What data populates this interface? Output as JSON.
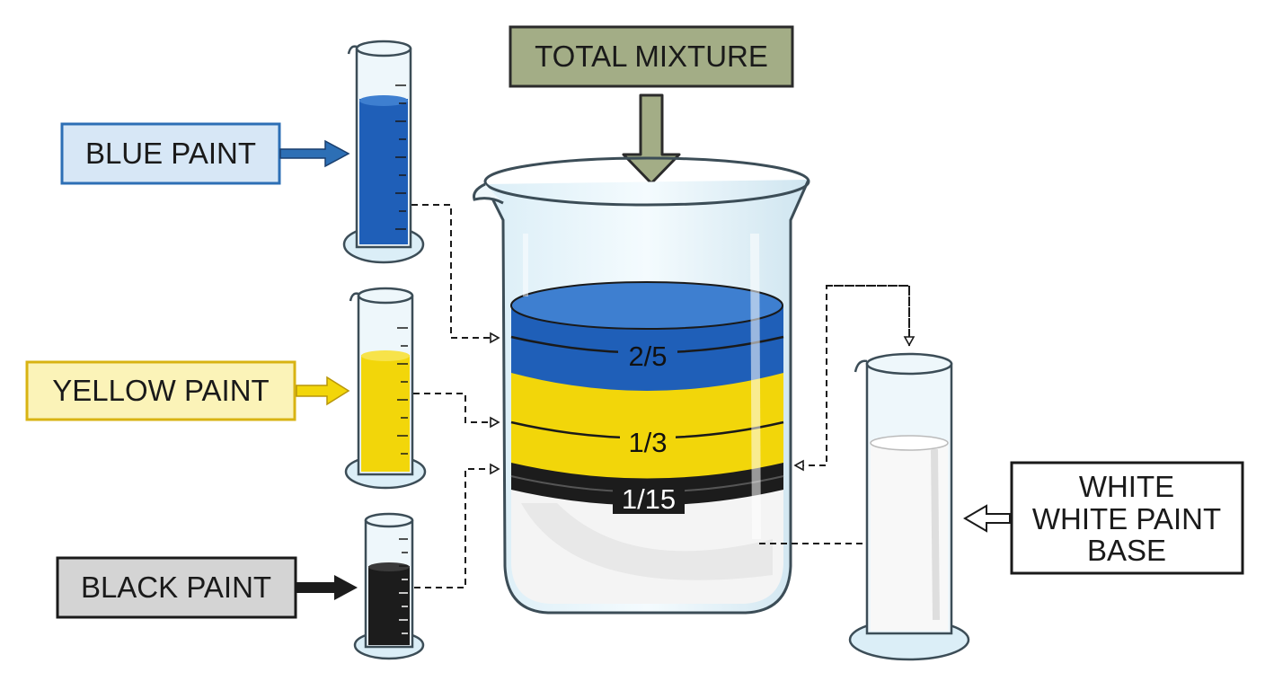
{
  "labels": {
    "total_mixture": "TOTAL MIXTURE",
    "blue_paint": "BLUE PAINT",
    "yellow_paint": "YELLOW PAINT",
    "black_paint": "BLACK PAINT",
    "white_line1": "WHITE",
    "white_line2": "WHITE PAINT",
    "white_line3": "BASE"
  },
  "fractions": {
    "blue": "2/5",
    "yellow": "1/3",
    "black": "1/15"
  },
  "colors": {
    "blue": "#1f5fb8",
    "yellow": "#f2d60a",
    "black": "#1c1c1c",
    "white": "#f4f4f4",
    "total_box": "#a3ad86",
    "blue_box": "#d7e7f6",
    "yellow_box": "#fbf3b8",
    "black_box": "#d4d4d4"
  }
}
